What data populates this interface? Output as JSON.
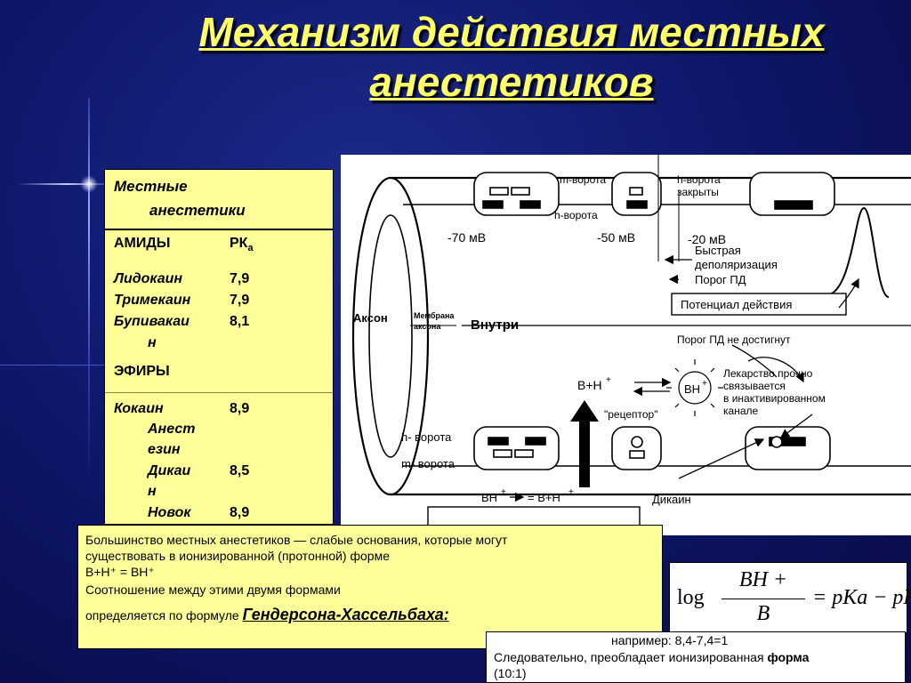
{
  "title": {
    "line1": "Механизм действия местных",
    "line2": "анестетиков"
  },
  "table": {
    "header_line1": "Местные",
    "header_line2": "анестетики",
    "amides_label": "АМИДЫ",
    "pka_label": "РК",
    "pka_sub": "а",
    "amides": [
      {
        "name": "Лидокаин",
        "pka": "7,9"
      },
      {
        "name": "Тримекаин",
        "pka": "7,9"
      },
      {
        "name": "Бупивакаи",
        "name_wrap": "н",
        "pka": "8,1"
      }
    ],
    "esters_label": "ЭФИРЫ",
    "esters": [
      {
        "name": "Кокаин",
        "pka": "8,9"
      },
      {
        "name": "Анест",
        "name_wrap": "езин",
        "pka": ""
      },
      {
        "name": "Дикаи",
        "name_wrap": "н",
        "pka": "8,5"
      },
      {
        "name": "Новок",
        "pka": "8,9"
      }
    ]
  },
  "diagram": {
    "axon": "Аксон",
    "membrane_line1": "Мембрана",
    "membrane_line2": "аксона",
    "inside": "Внутри",
    "m_gates": "m-ворота",
    "h_gates": "h-ворота",
    "h_gates_closed_line1": "h-ворота",
    "h_gates_closed_line2": "закрыты",
    "v70": "-70 мВ",
    "v50": "-50 мВ",
    "v20": "-20 мВ",
    "fast_line1": "Быстрая",
    "fast_line2": "деполяризация",
    "threshold": "Порог ПД",
    "action_potential": "Потенциал действия",
    "threshold_not": "Порог ПД не достигнут",
    "drug_line1": "Лекарство прочно",
    "drug_line2": "связывается",
    "drug_line3": "в инактивированном",
    "drug_line4": "канале",
    "bh_plus_h": "B+H",
    "bh": "BH",
    "receptor": "\"рецептор\"",
    "h_gates_bottom": "h- ворота",
    "m_gates_bottom": "m- ворота",
    "bh_eq": "BH",
    "bh_eq_mid": "= B+H",
    "dicaine": "Дикаин"
  },
  "note": {
    "line1": "Большинство местных анестетиков — слабые основания, которые могут",
    "line2": "существовать в ионизированной (протонной) форме",
    "line3": "B+H⁺ = BH⁺",
    "line4": "Соотношение между этими двумя формами",
    "line5a": "определяется по формуле ",
    "line5b": "Гендерсона-Хассельбаха:"
  },
  "formula": {
    "log": "log",
    "numerator": "BH +",
    "denominator": "B",
    "rhs": "= pKa − pH"
  },
  "example": {
    "line1": "например: 8,4-7,4=1",
    "line2a": "Следовательно, преобладает ионизированная ",
    "line2b": "форма",
    "line3": "(10:1)"
  }
}
